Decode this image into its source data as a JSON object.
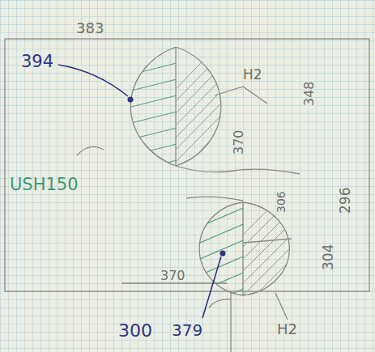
{
  "diagram": {
    "labels": [
      "383",
      "394",
      "H2",
      "370",
      "348",
      "USH150",
      "306",
      "296",
      "304",
      "370",
      "300",
      "379",
      "H2"
    ]
  }
}
